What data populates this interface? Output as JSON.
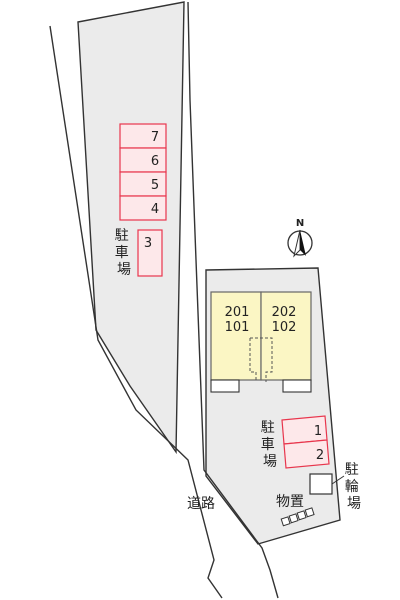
{
  "colors": {
    "background": "#ffffff",
    "lot_fill": "#ebebeb",
    "outline": "#333333",
    "parking_stroke": "#e8364d",
    "parking_fill": "#fde8ea",
    "building_fill": "#fbf6c4",
    "building_stroke": "#666666"
  },
  "icons": {
    "north": "north-arrow-icon"
  },
  "north_label": "N",
  "road_label": "道路",
  "storage_label": "物置",
  "bicycle_label": "駐輪場",
  "left_parking": {
    "label": "駐車場",
    "spaces": [
      "7",
      "6",
      "5",
      "4"
    ],
    "extra_space": "3"
  },
  "right_parking": {
    "label": "駐車場",
    "spaces": [
      "1",
      "2"
    ]
  },
  "building": {
    "units": [
      {
        "upper": "201",
        "lower": "101"
      },
      {
        "upper": "202",
        "lower": "102"
      }
    ]
  }
}
